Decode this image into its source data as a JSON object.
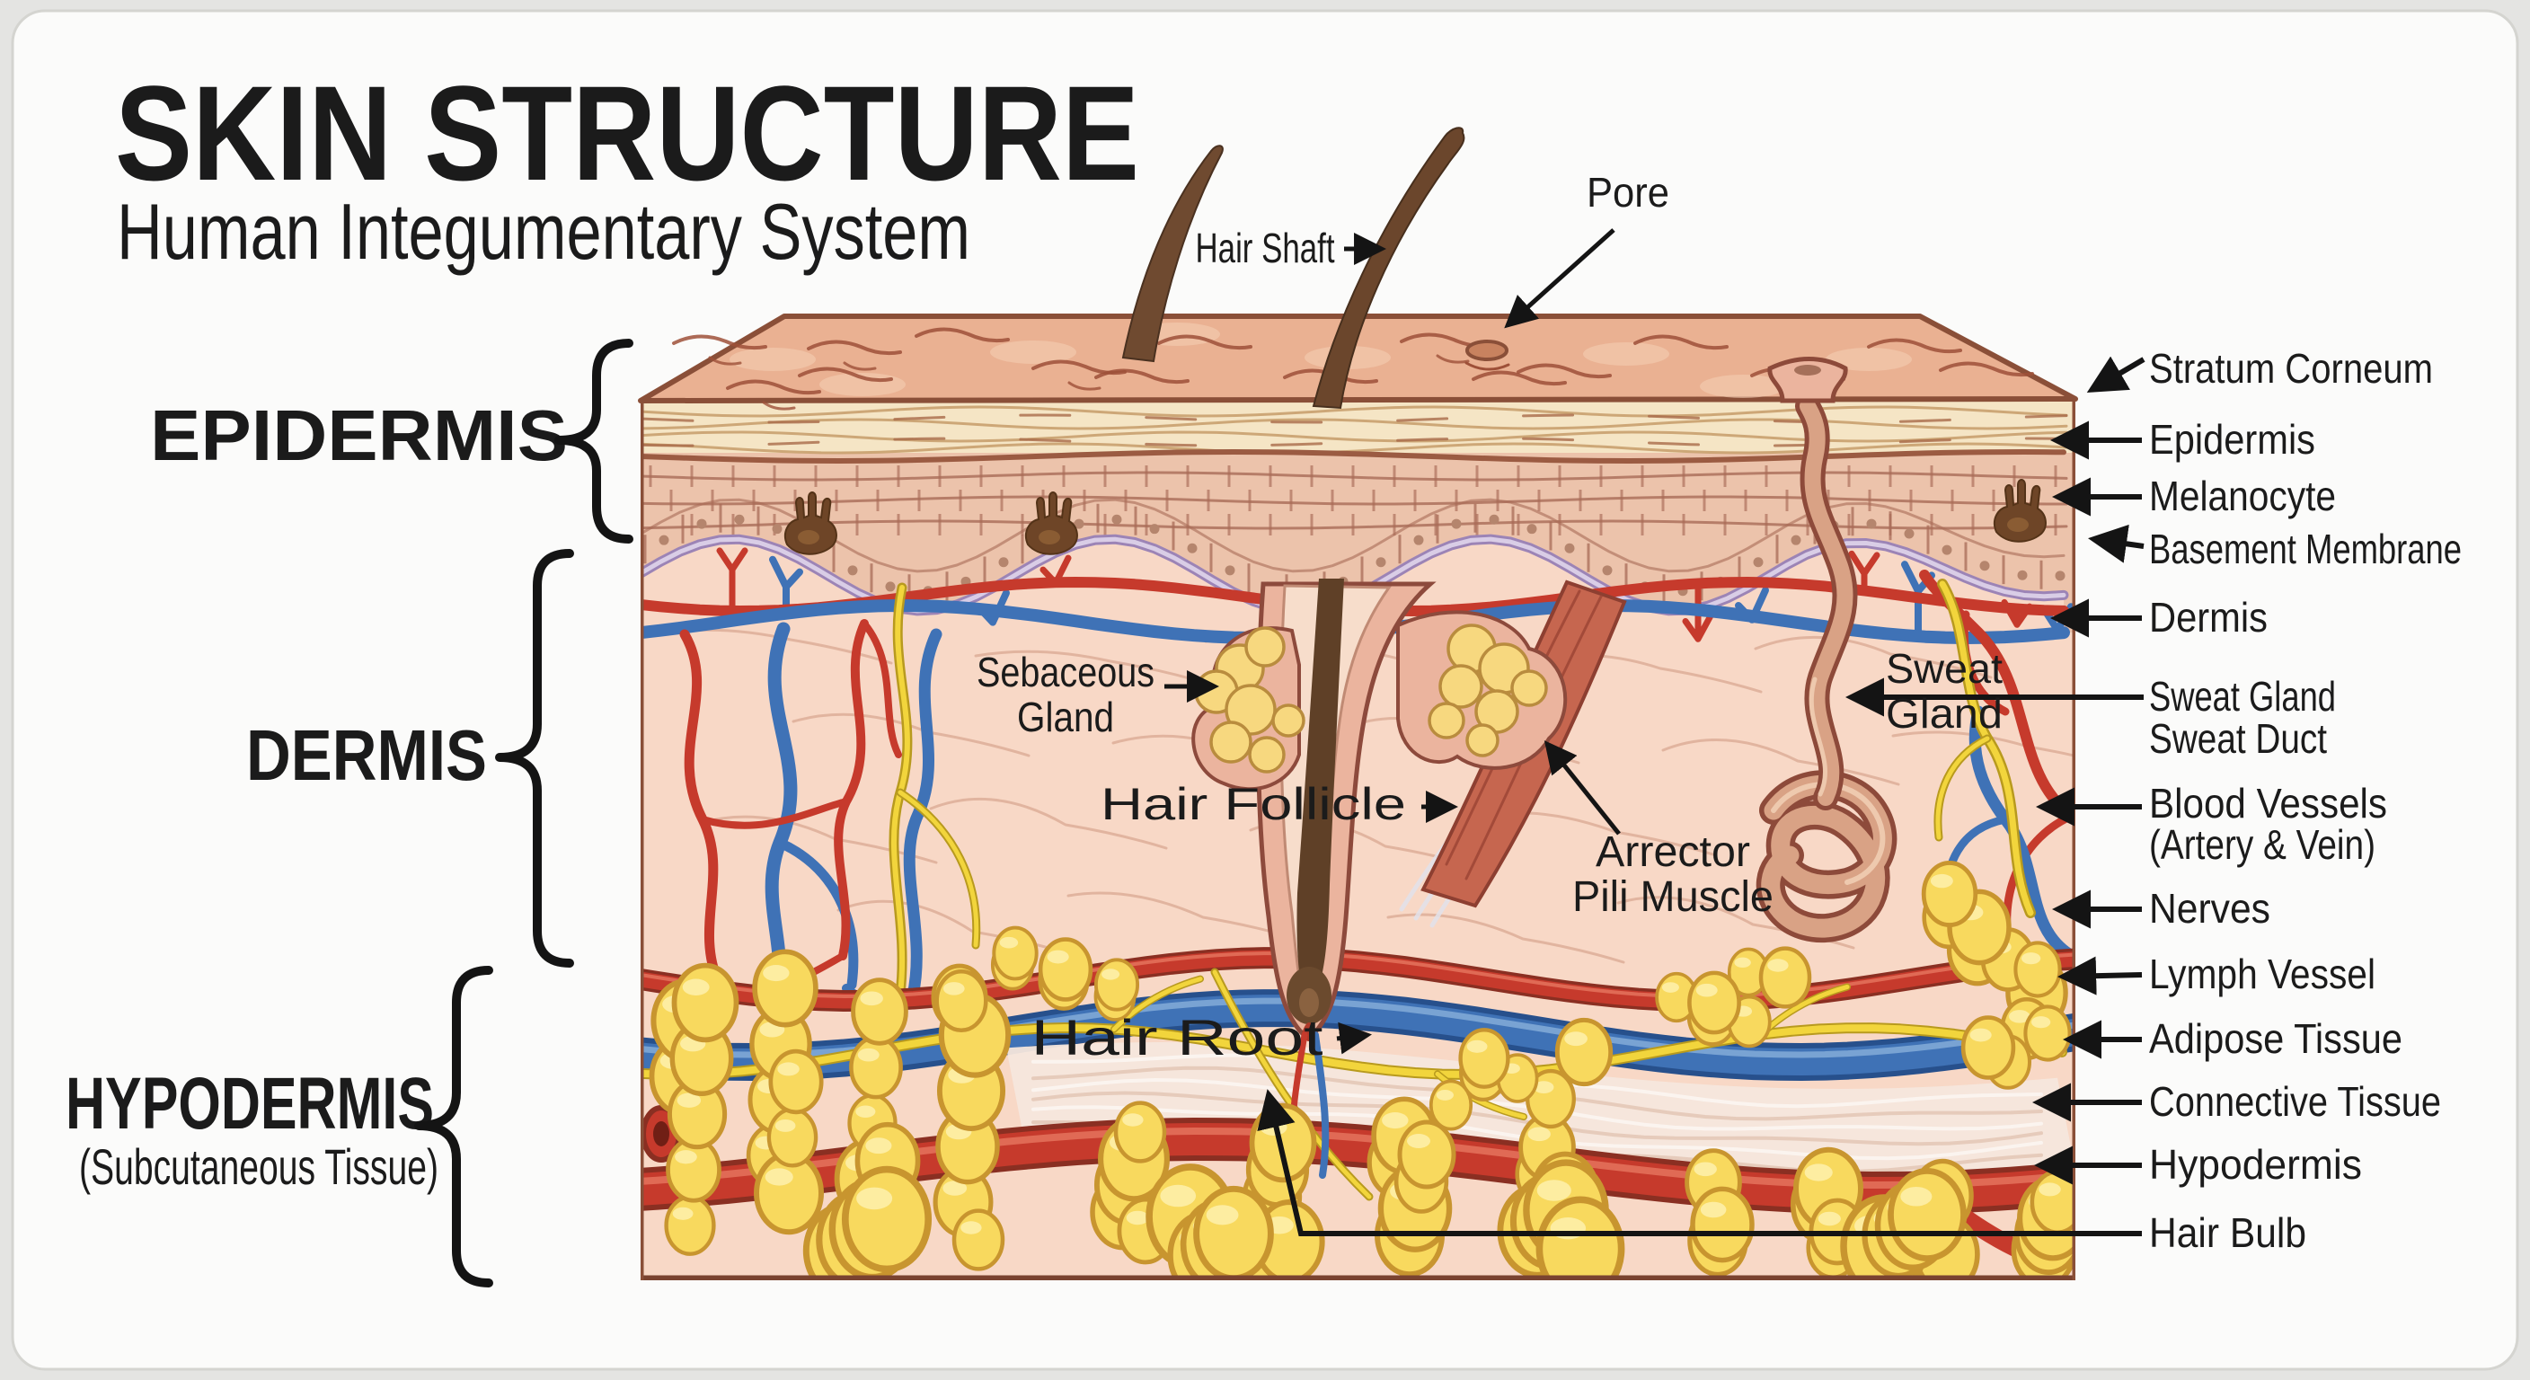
{
  "title": {
    "main": "SKIN STRUCTURE",
    "subtitle": "Human Integumentary System"
  },
  "layers": {
    "epidermis": "EPIDERMIS",
    "dermis": "DERMIS",
    "hypodermis": "HYPODERMIS",
    "hypodermis_note": "(Subcutaneous Tissue)"
  },
  "annotations": {
    "hair_shaft": "Hair Shaft",
    "pore": "Pore",
    "sebaceous_line1": "Sebaceous",
    "sebaceous_line2": "Gland",
    "hair_follicle": "Hair Follicle",
    "hair_root": "Hair Root",
    "arrector_line1": "Arrector",
    "arrector_line2": "Pili Muscle",
    "sweat_line1": "Sweat",
    "sweat_line2": "Gland"
  },
  "right_labels": [
    {
      "text": "Stratum Corneum"
    },
    {
      "text": "Epidermis"
    },
    {
      "text": "Melanocyte"
    },
    {
      "text": "Basement Membrane"
    },
    {
      "text": "Dermis"
    },
    {
      "text": "Sweat Gland"
    },
    {
      "text": "Sweat Duct"
    },
    {
      "text": "Blood Vessels"
    },
    {
      "text": "(Artery & Vein)"
    },
    {
      "text": "Nerves"
    },
    {
      "text": "Lymph Vessel"
    },
    {
      "text": "Adipose Tissue"
    },
    {
      "text": "Connective Tissue"
    },
    {
      "text": "Hypodermis"
    },
    {
      "text": "Hair Bulb"
    }
  ],
  "colors": {
    "background": "#e8e8e6",
    "card": "#fbfbfa",
    "text": "#1b1b1b",
    "outline": "#8a4f38",
    "skin_top": "#eab192",
    "stratum": "#f5e5c5",
    "epidermis_cell": "#ecc3ab",
    "membrane": "#9c84b6",
    "membrane_light": "#d9cde6",
    "dermis": "#f8d8c6",
    "fiber": "#d9a892",
    "artery": "#c63a2c",
    "artery_dark": "#8a2f22",
    "artery_light": "#e2705a",
    "vein": "#3f72b6",
    "vein_dark": "#27508c",
    "vein_light": "#7fa8d6",
    "nerve": "#f2d53c",
    "nerve_dark": "#b89a1e",
    "fat": "#f8d95e",
    "fat_dark": "#c8952f",
    "fat_light": "#fdeea8",
    "connective": "#f5e7dd",
    "follicle_sheath": "#ebb49e",
    "follicle_inner": "#f7ddcb",
    "hair": "#6b462c",
    "hair_dark": "#4a3120",
    "sebaceous": "#f7d87f",
    "muscle": "#c6664f",
    "gland_tube": "#d9a285",
    "gland_tube_dark": "#8d4a3a",
    "melanocyte": "#6e4527"
  }
}
